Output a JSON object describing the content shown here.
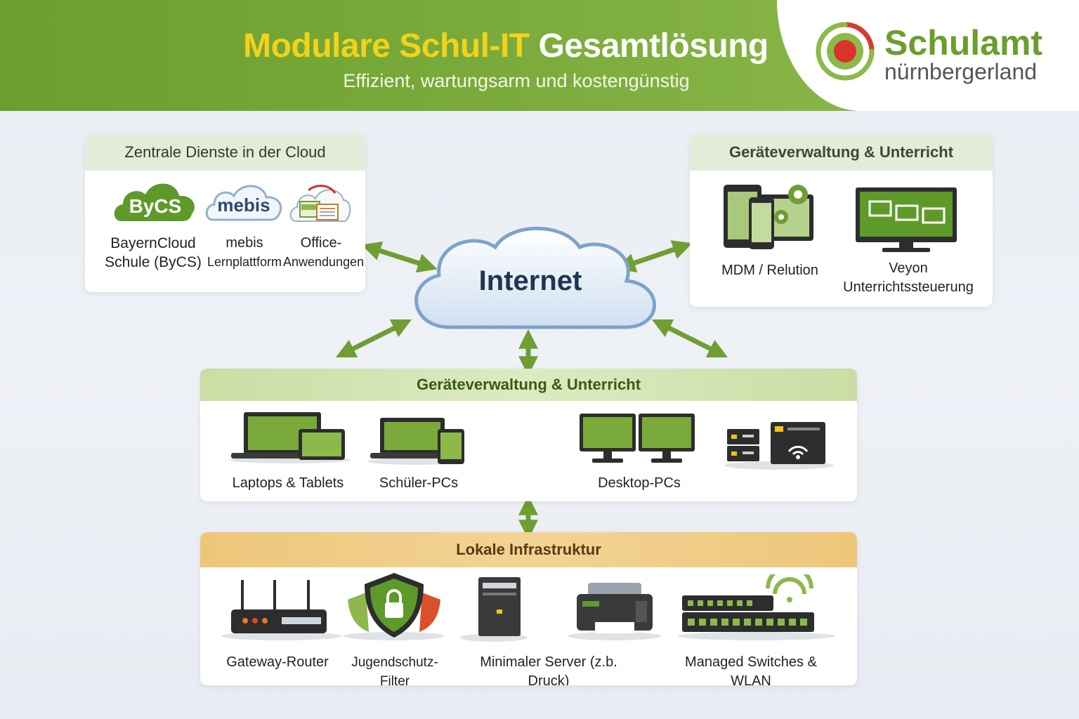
{
  "header": {
    "title_accent": "Modulare Schul-IT",
    "title_rest": "Gesamtlösung",
    "subtitle": "Effizient, wartungsarm und kostengünstig",
    "logo_name": "Schulamt",
    "logo_sub": "nürnbergerland"
  },
  "cloud": {
    "label": "Internet"
  },
  "panel_cloud_services": {
    "title": "Zentrale Dienste in der Cloud",
    "items": [
      {
        "badge": "ByCS",
        "label_line1": "BayernCloud",
        "label_line2": "Schule (ByCS)",
        "icon": "bycs-cloud-icon"
      },
      {
        "badge": "mebis",
        "label_line1": "mebis",
        "label_line2": "Lernplattform",
        "icon": "mebis-cloud-icon"
      },
      {
        "label_line1": "Office-",
        "label_line2": "Anwendungen",
        "icon": "office-apps-icon"
      }
    ]
  },
  "panel_device_mgmt": {
    "title": "Geräteverwaltung & Unterricht",
    "items": [
      {
        "label_line1": "MDM / Relution",
        "icon": "mdm-devices-icon"
      },
      {
        "label_line1": "Veyon",
        "label_line2": "Unterrichtssteuerung",
        "icon": "classroom-monitor-icon"
      }
    ]
  },
  "panel_devices": {
    "title": "Geräteverwaltung & Unterricht",
    "items": [
      {
        "label": "Laptops & Tablets",
        "icon": "laptop-tablet-icon"
      },
      {
        "label": "Schüler-PCs",
        "icon": "student-pc-icon"
      },
      {
        "label": "Desktop-PCs",
        "icon": "desktop-pcs-icon"
      },
      {
        "label": "",
        "icon": "nas-wifi-icon"
      }
    ]
  },
  "panel_local_infra": {
    "title": "Lokale Infrastruktur",
    "items": [
      {
        "label": "Gateway-Router",
        "icon": "router-icon"
      },
      {
        "label": "Jugendschutz-Filter",
        "icon": "shield-lock-icon"
      },
      {
        "label": "Minimaler Server (z.b. Druck)",
        "icon": "server-printer-icon"
      },
      {
        "label": "Managed Switches & WLAN",
        "icon": "switch-wlan-icon"
      }
    ]
  },
  "colors": {
    "header_green": "#6a9e2e",
    "title_accent_yellow": "#f2d21b",
    "arrow_green": "#6f9e32",
    "logo_red": "#d63a2f",
    "infra_orange": "#edc67a"
  }
}
